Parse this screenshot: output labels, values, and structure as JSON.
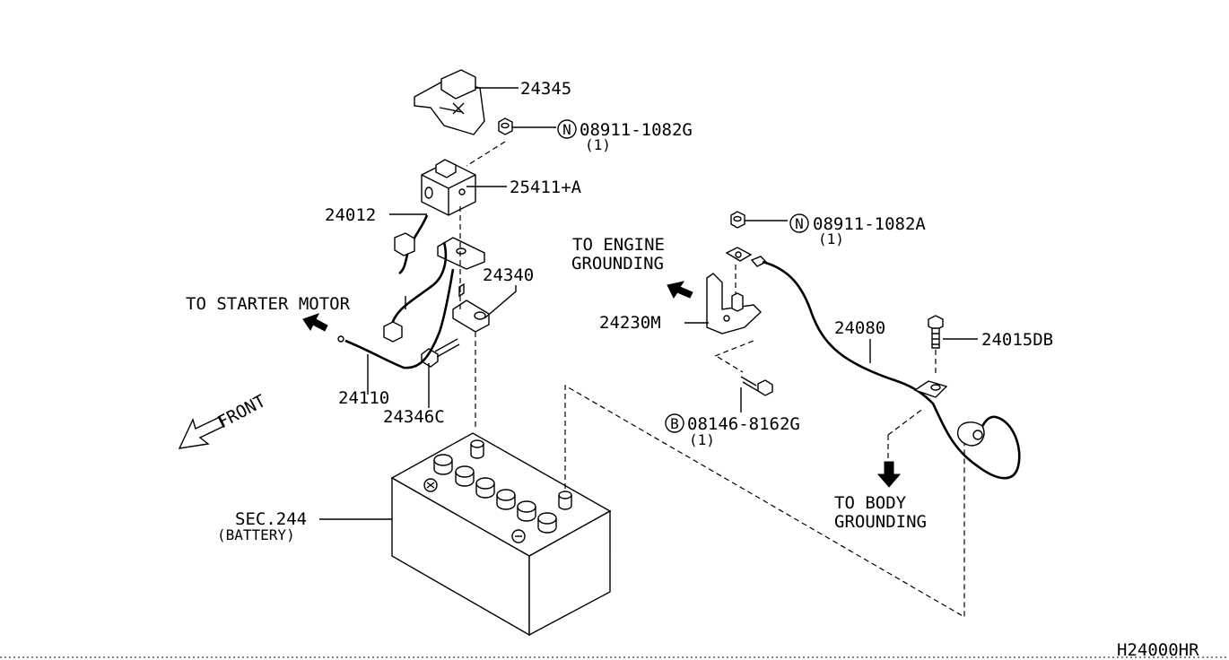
{
  "parts": {
    "p24345": "24345",
    "p08911_g": "08911-1082G",
    "p08911_g_qty": "(1)",
    "p25411": "25411+A",
    "p24012": "24012",
    "p24340": "24340",
    "p24110": "24110",
    "p24346c": "24346C",
    "p08911_a": "08911-1082A",
    "p08911_a_qty": "(1)",
    "p24230m": "24230M",
    "p24080": "24080",
    "p24015db": "24015DB",
    "p08146": "08146-8162G",
    "p08146_qty": "(1)",
    "sec244": "SEC.244",
    "battery": "(BATTERY)"
  },
  "notes": {
    "to_starter": "TO STARTER MOTOR",
    "to_engine_1": "TO ENGINE",
    "to_engine_2": "GROUNDING",
    "to_body_1": "TO BODY",
    "to_body_2": "GROUNDING",
    "front": "FRONT"
  },
  "symbols": {
    "n1": "N",
    "n2": "N",
    "b1": "B"
  },
  "diagram_code": "H24000HR"
}
